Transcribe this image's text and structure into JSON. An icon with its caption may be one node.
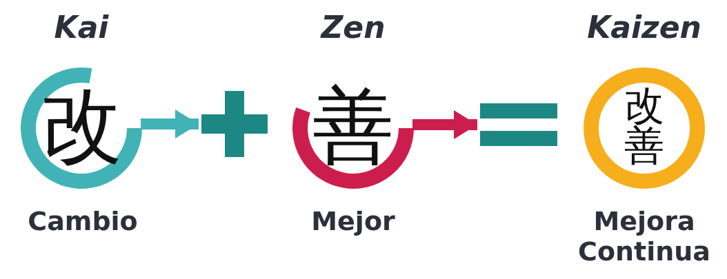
{
  "diagram": {
    "nodes": [
      {
        "text": [
          "Kai",
          "改"
        ],
        "beside": [
          "Cambio"
        ]
      },
      {
        "text": [],
        "shape": "plus"
      },
      {
        "text": [
          "Zen",
          "善"
        ],
        "beside": [
          "Mejor"
        ]
      },
      {
        "text": [],
        "shape": "equals"
      },
      {
        "text": [
          "Kaizen",
          "改善"
        ],
        "beside": [
          "Mejora Continua"
        ]
      }
    ],
    "edges": [
      {
        "from": 0,
        "to": 1,
        "arrow": "to",
        "color": "#41b3b6"
      },
      {
        "from": 2,
        "to": 3,
        "arrow": "to",
        "color": "#cc1e4d"
      }
    ]
  }
}
